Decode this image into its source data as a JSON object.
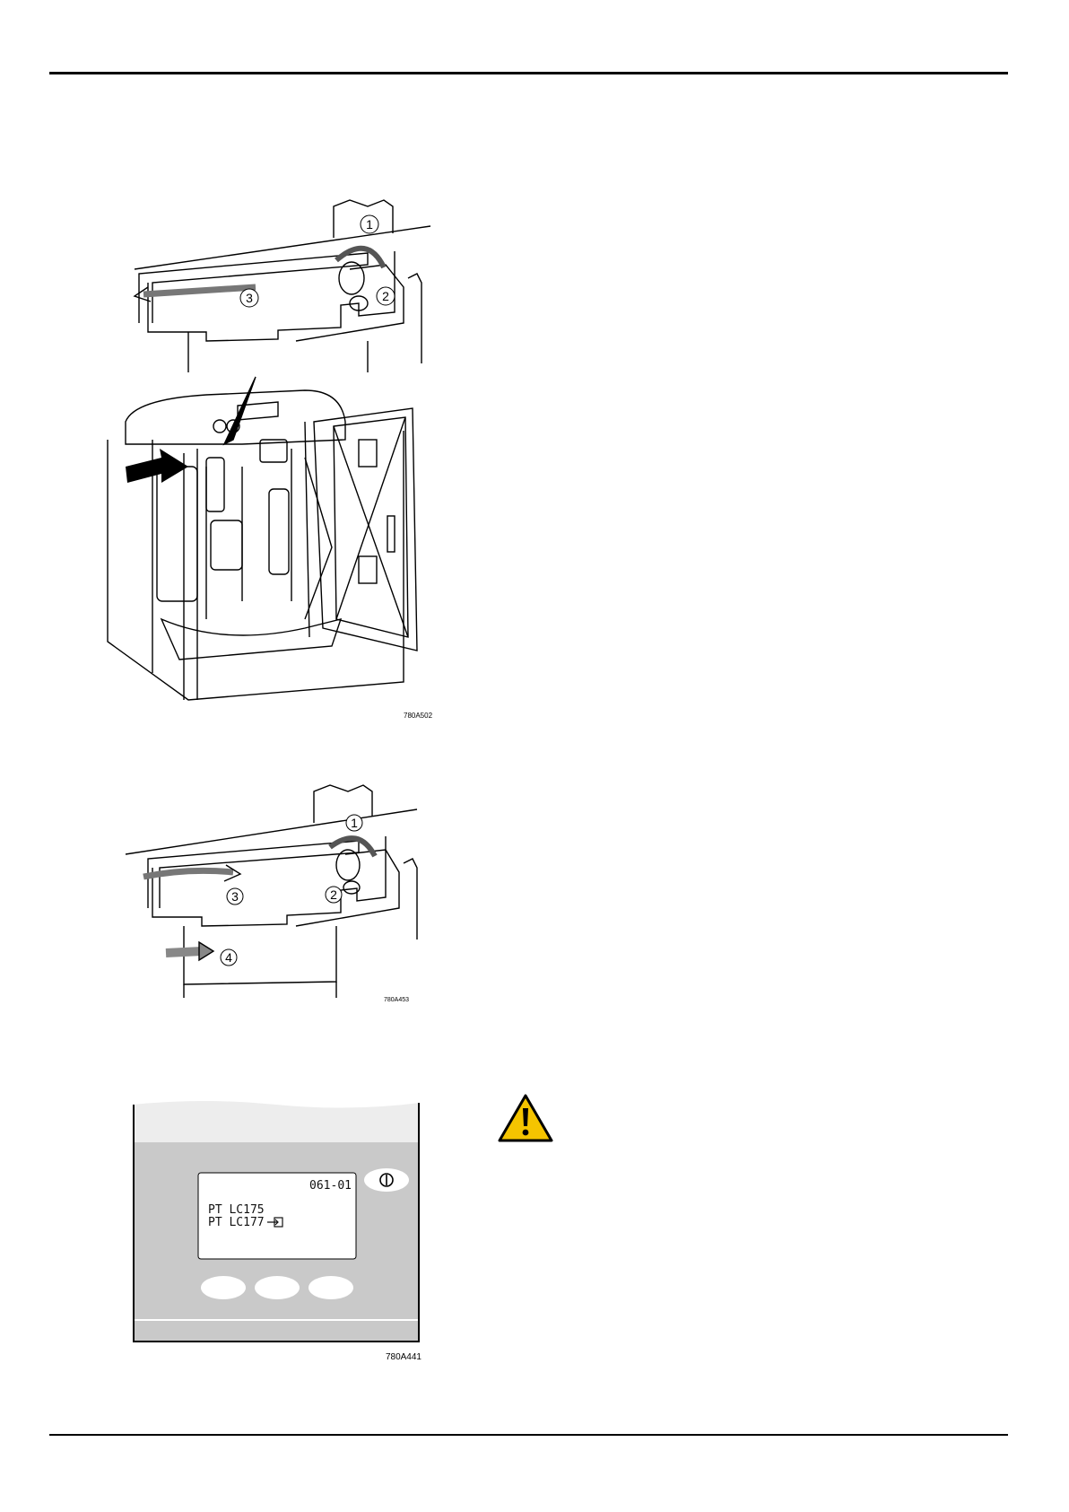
{
  "figures": [
    {
      "code": "780A502",
      "callouts": [
        "1",
        "2",
        "3"
      ]
    },
    {
      "code": "780A453",
      "callouts": [
        "1",
        "2",
        "3",
        "4"
      ]
    },
    {
      "code": "780A441",
      "display": {
        "header": "061-01",
        "line1": "PT LC175",
        "line2": "PT LC177"
      }
    }
  ],
  "icons": {
    "warning": "warning-triangle-icon",
    "power": "power-icon",
    "enter": "enter-arrow-icon"
  },
  "colors": {
    "warning_yellow": "#F5C400",
    "panel_gray": "#C9C9C9",
    "panel_light": "#EDEDED"
  }
}
